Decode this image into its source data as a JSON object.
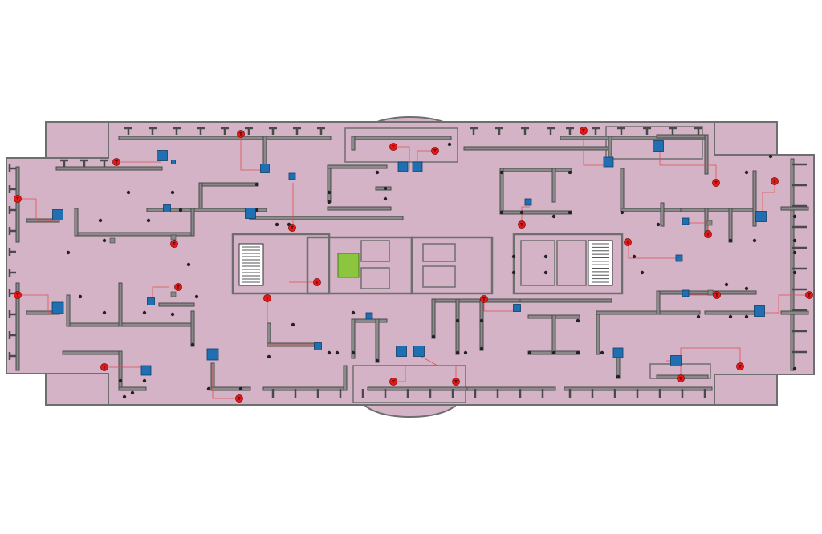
{
  "colors": {
    "background": "#ffffff",
    "floor_fill": "#d4b3c6",
    "wall": "#6e6e6e",
    "duct": "#8a8a8a",
    "duct_outline": "#4a4a4a",
    "vav_box": "#1f6fb2",
    "thermostat": "#e11a1a",
    "control_wire": "#e05050",
    "core_green": "#8cc63f",
    "diffuser_dot": "#222222"
  },
  "legend": {
    "thermostat_symbol_text": "T"
  },
  "icons": {
    "vav_box": "square-blue",
    "thermostat": "circle-red-T",
    "diffuser": "dot-black",
    "stairs": "hatched-stair",
    "shaft": "green-square"
  }
}
